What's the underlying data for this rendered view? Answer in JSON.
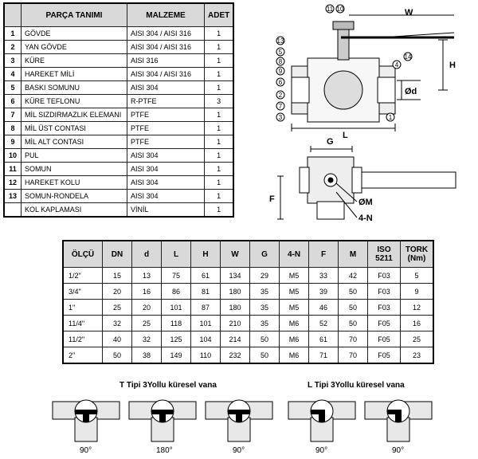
{
  "parts_table": {
    "headers": [
      "PARÇA TANIMI",
      "MALZEME",
      "ADET"
    ],
    "rows": [
      {
        "no": "1",
        "name": "GÖVDE",
        "material": "AISI 304 / AISI 316",
        "qty": "1"
      },
      {
        "no": "2",
        "name": "YAN GÖVDE",
        "material": "AISI 304 / AISI 316",
        "qty": "1"
      },
      {
        "no": "3",
        "name": "KÜRE",
        "material": "AISI 316",
        "qty": "1"
      },
      {
        "no": "4",
        "name": "HAREKET MİLİ",
        "material": "AISI 304 / AISI 316",
        "qty": "1"
      },
      {
        "no": "5",
        "name": "BASKI SOMUNU",
        "material": "AISI 304",
        "qty": "1"
      },
      {
        "no": "6",
        "name": "KÜRE TEFLONU",
        "material": "R-PTFE",
        "qty": "3"
      },
      {
        "no": "7",
        "name": "MİL SIZDIRMAZLIK ELEMANI",
        "material": "PTFE",
        "qty": "1"
      },
      {
        "no": "8",
        "name": "MİL ÜST CONTASI",
        "material": "PTFE",
        "qty": "1"
      },
      {
        "no": "9",
        "name": "MİL ALT CONTASI",
        "material": "PTFE",
        "qty": "1"
      },
      {
        "no": "10",
        "name": "PUL",
        "material": "AISI 304",
        "qty": "1"
      },
      {
        "no": "11",
        "name": "SOMUN",
        "material": "AISI 304",
        "qty": "1"
      },
      {
        "no": "12",
        "name": "HAREKET KOLU",
        "material": "AISI 304",
        "qty": "1"
      },
      {
        "no": "13",
        "name": "SOMUN-RONDELA",
        "material": "AISI 304",
        "qty": "1"
      },
      {
        "no": "",
        "name": "KOL KAPLAMASI",
        "material": "VİNİL",
        "qty": "1"
      }
    ]
  },
  "dims_table": {
    "headers": [
      "ÖLÇÜ",
      "DN",
      "d",
      "L",
      "H",
      "W",
      "G",
      "4-N",
      "F",
      "M",
      "ISO 5211",
      "TORK (Nm)"
    ],
    "rows": [
      [
        "1/2\"",
        "15",
        "13",
        "75",
        "61",
        "134",
        "29",
        "M5",
        "33",
        "42",
        "F03",
        "5"
      ],
      [
        "3/4\"",
        "20",
        "16",
        "86",
        "81",
        "180",
        "35",
        "M5",
        "39",
        "50",
        "F03",
        "9"
      ],
      [
        "1\"",
        "25",
        "20",
        "101",
        "87",
        "180",
        "35",
        "M5",
        "46",
        "50",
        "F03",
        "12"
      ],
      [
        "11/4\"",
        "32",
        "25",
        "118",
        "101",
        "210",
        "35",
        "M6",
        "52",
        "50",
        "F05",
        "16"
      ],
      [
        "11/2\"",
        "40",
        "32",
        "125",
        "104",
        "214",
        "50",
        "M6",
        "61",
        "70",
        "F05",
        "25"
      ],
      [
        "2\"",
        "50",
        "38",
        "149",
        "110",
        "232",
        "50",
        "M6",
        "71",
        "70",
        "F05",
        "23"
      ]
    ]
  },
  "drawing_labels": {
    "callouts": [
      "11",
      "10",
      "13",
      "5",
      "8",
      "9",
      "6",
      "2",
      "7",
      "3",
      "4",
      "14",
      "1"
    ],
    "W": "W",
    "H": "H",
    "d": "Ød",
    "L": "L",
    "G": "G",
    "F": "F",
    "M": "ØM",
    "N": "4-N"
  },
  "valves": {
    "t_title": "T Tipi 3Yollu küresel vana",
    "l_title": "L Tipi 3Yollu küresel vana",
    "t_angles": [
      "90°",
      "180°",
      "90°"
    ],
    "l_angles": [
      "90°",
      "90°"
    ]
  }
}
